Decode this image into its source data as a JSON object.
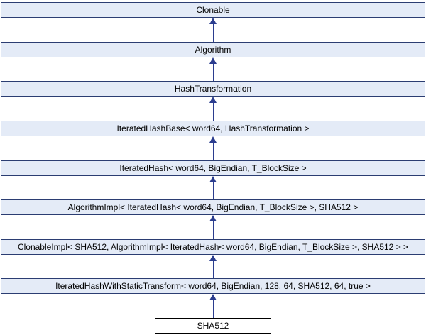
{
  "diagram": {
    "type": "class-inheritance",
    "direction": "derived-at-bottom-arrows-point-up",
    "colors": {
      "node_fill": "#e4ebf7",
      "node_border": "#2b3d72",
      "current_node_fill": "#ffffff",
      "current_node_border": "#000000",
      "arrow": "#2b3d8f",
      "text": "#000000"
    },
    "nodes": [
      {
        "label": "Clonable",
        "current": false
      },
      {
        "label": "Algorithm",
        "current": false
      },
      {
        "label": "HashTransformation",
        "current": false
      },
      {
        "label": "IteratedHashBase< word64, HashTransformation >",
        "current": false
      },
      {
        "label": "IteratedHash< word64, BigEndian, T_BlockSize >",
        "current": false
      },
      {
        "label": "AlgorithmImpl< IteratedHash< word64, BigEndian, T_BlockSize >, SHA512 >",
        "current": false
      },
      {
        "label": "ClonableImpl< SHA512, AlgorithmImpl< IteratedHash< word64, BigEndian, T_BlockSize >, SHA512 > >",
        "current": false
      },
      {
        "label": "IteratedHashWithStaticTransform< word64, BigEndian, 128, 64, SHA512, 64, true >",
        "current": false
      },
      {
        "label": "SHA512",
        "current": true
      }
    ]
  }
}
